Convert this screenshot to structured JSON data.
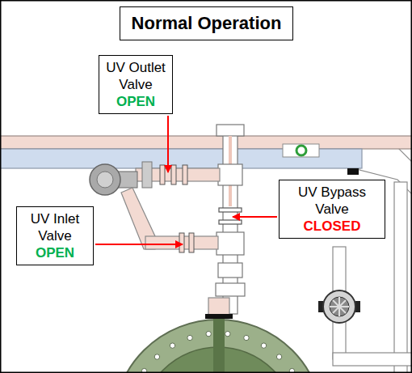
{
  "diagram": {
    "title": "Normal Operation",
    "nodes": [
      {
        "text": [
          "UV Outlet Valve",
          "OPEN"
        ]
      },
      {
        "text": [
          "UV Inlet Valve",
          "OPEN"
        ]
      },
      {
        "text": [
          "UV Bypass Valve",
          "CLOSED"
        ]
      }
    ]
  }
}
